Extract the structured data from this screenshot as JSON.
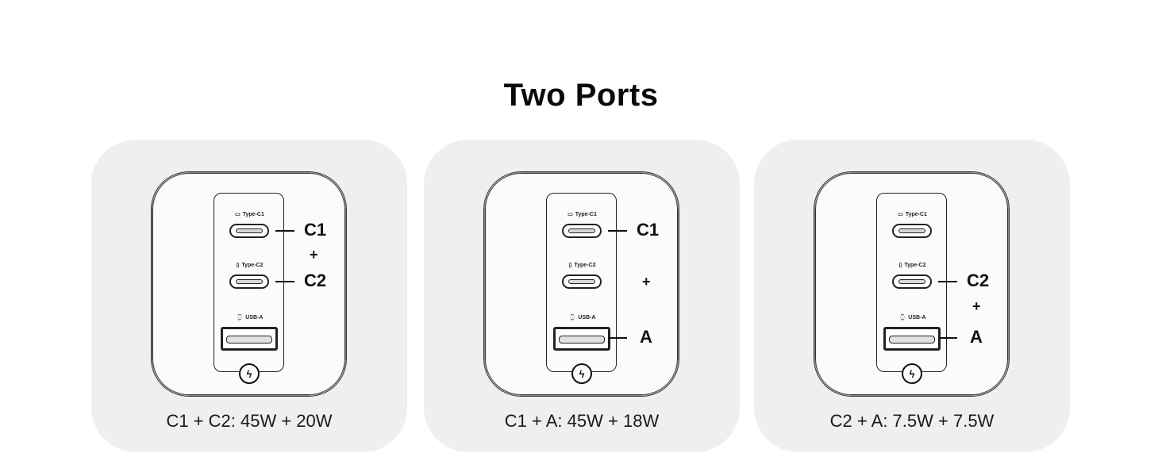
{
  "title": "Two Ports",
  "port_labels": {
    "c1": "Type-C1",
    "c2": "Type-C2",
    "a": "USB-A"
  },
  "icons": {
    "c1": "laptop-icon",
    "c2": "phone-icon",
    "a": "watch-icon",
    "logo": "fast-charge-logo-icon"
  },
  "cards": [
    {
      "tags": [
        "C1",
        "+",
        "C2"
      ],
      "caption": "C1 + C2: 45W + 20W"
    },
    {
      "tags": [
        "C1",
        "+",
        "A"
      ],
      "caption": "C1 + A: 45W + 18W"
    },
    {
      "tags": [
        "C2",
        "+",
        "A"
      ],
      "caption": "C2 + A: 7.5W + 7.5W"
    }
  ]
}
